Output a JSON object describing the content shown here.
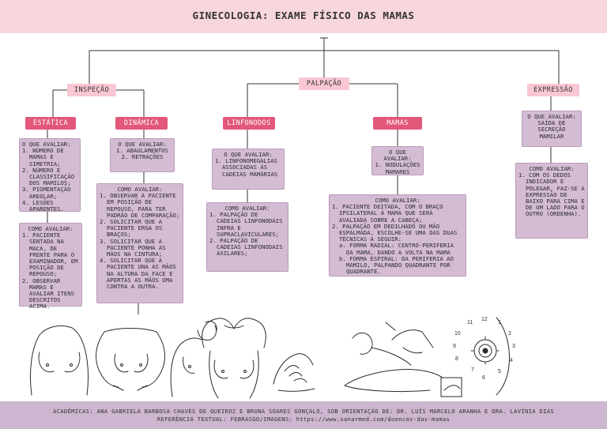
{
  "header": {
    "title": "GINECOLOGIA: EXAME FÍSICO DAS MAMAS"
  },
  "sections": {
    "inspecao": "INSPEÇÃO",
    "palpacao": "PALPAÇÃO",
    "expressao": "EXPRESSÃO"
  },
  "subsections": {
    "estatica": "ESTÁTICA",
    "dinamica": "DINÂMICA",
    "linfonodos": "LINFONODOS",
    "mamas": "MAMAS"
  },
  "estatica_avaliar": {
    "title": "O QUE AVALIAR:",
    "items": [
      "1. NÚMERO DE MAMAS E SIMETRIA;",
      "2. NÚMERO E CLASSIFICAÇÃO DOS MAMILOS;",
      "3. PIGMENTAÇÃO AREOLAR;",
      "4. LESÕES APARENTES."
    ]
  },
  "estatica_como": {
    "title": "COMO AVALIAR:",
    "items": [
      "1. PACIENTE SENTADA NA MACA, DE FRENTE PARA O EXAMINADOR, EM POSIÇÃO DE REPOUSO;",
      "2. OBSERVAR MAMAS E AVALIAR ITENS DESCRITOS ACIMA."
    ]
  },
  "dinamica_avaliar": {
    "title": "O QUE AVALIAR:",
    "items": [
      "1. ABAULAMENTOS",
      "2. RETRAÇÕES"
    ]
  },
  "dinamica_como": {
    "title": "COMO AVALIAR:",
    "items": [
      "1. OBSERVAR A PACIENTE EM POSIÇÃO DE REPOUSO, PARA TER PADRÃO DE COMPARAÇÃO;",
      "2. SOLICITAR QUE A PACIENTE ERGA OS BRAÇOS;",
      "3. SOLICITAR QUE A PACIENTE PONHA AS MÃOS NA CINTURA;",
      "4. SOLICITAR QUE A PACIENTE UNA AS MÃOS NA ALTURA DA FACE E APERTAS AS MÃOS UMA CONTRA A OUTRA."
    ]
  },
  "linfonodos_avaliar": {
    "title": "O QUE AVALIAR:",
    "items": [
      "1. LINFONOMEGALIAS ASSOCIADAS ÀS CADEIAS MAMÁRIAS"
    ]
  },
  "linfonodos_como": {
    "title": "COMO AVALIAR:",
    "items": [
      "1. PALPAÇÃO DE CADEIAS LINFONODAIS INFRA E SUPRACLAVICULARES;",
      "2. PALPAÇÃO DE CADEIAS LINFONODAIS AXILARES;"
    ]
  },
  "mamas_avaliar": {
    "title": "O QUE AVALIAR:",
    "items": [
      "1. NODULAÇÕES MAMARES"
    ]
  },
  "mamas_como": {
    "title": "COMO AVALIAR:",
    "items": [
      "1. PACIENTE DEITADA, COM O BRAÇO IPSILATERAL À MAMA QUE SERÁ AVALIADA SOBRE A CABEÇA;",
      "2. PALPAÇÃO EM DEDILHADO OU MÃO ESPALMADA, ESCOLHE-SE UMA DAS DUAS TÉCNICAS A SEGUIR:"
    ],
    "subitems": [
      "a. FORMA RADIAL: CENTRO-PERIFERIA DA MAMA, DANDO A VOLTA NA MAMA",
      "b. FORMA ESPIRAL: DA PERIFERIA AO MAMILO, PALPANDO QUADRANTE POR QUADRANTE."
    ]
  },
  "expressao_avaliar": {
    "title": "O QUE AVALIAR:",
    "items": [
      "SAÍDA DE SECREÇÃO MAMILAR"
    ]
  },
  "expressao_como": {
    "title": "COMO AVALIAR:",
    "items": [
      "1. COM OS DEDOS INDICADOR E POLEGAR, FAZ-SE A EXPRESSÃO DE BAIXO PARA CIMA E DE UM LADO PARA O OUTRO (ORDENHA)."
    ]
  },
  "clock_numbers": [
    "11",
    "12",
    "1",
    "10",
    "2",
    "9",
    "3",
    "8",
    "4",
    "7",
    "5",
    "6"
  ],
  "footer": {
    "line1": "ACADÊMICAS: ANA GABRIELA BARBOSA CHAVES DE QUEIROZ E BRUNA SOARES GONÇALO, SOB ORIENTAÇÃO DE: DR. LUÍS MARCELO ARANHA E DRA. LAVÍNIA DIAS",
    "line2": "REFERÊNCIA TEXTUAL: FEBRASGO/IMAGENS: https://www.sanarmed.com/doencas-das-mamas"
  },
  "colors": {
    "header_bg": "#f8d6de",
    "footer_bg": "#cdb6cf",
    "box_bg": "#d4bcd5",
    "label_light": "#f9c7d3",
    "label_dark": "#e2577a"
  }
}
